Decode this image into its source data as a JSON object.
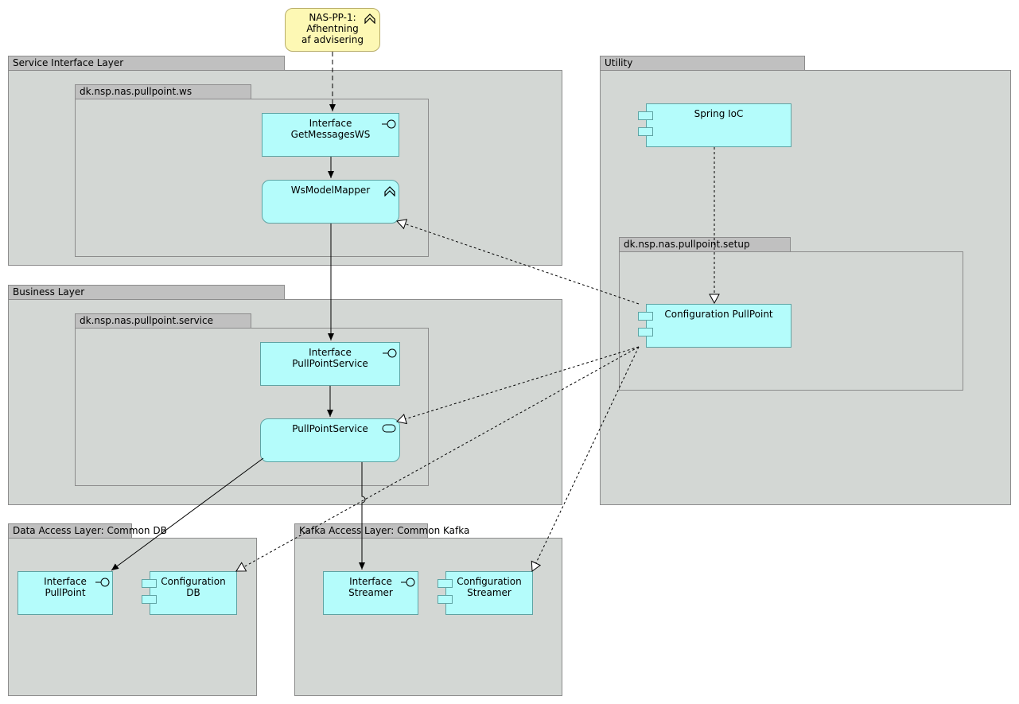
{
  "note": {
    "lines": [
      "NAS-PP-1:",
      "Afhentning",
      "af advisering"
    ]
  },
  "groups": {
    "service_interface": "Service Interface Layer",
    "business": "Business Layer",
    "utility": "Utility",
    "data_access": "Data Access Layer: Common DB",
    "kafka_access": "Kafka Access Layer: Common Kafka"
  },
  "packages": {
    "ws": "dk.nsp.nas.pullpoint.ws",
    "service": "dk.nsp.nas.pullpoint.service",
    "setup": "dk.nsp.nas.pullpoint.setup"
  },
  "nodes": {
    "getmessages": [
      "Interface",
      "GetMessagesWS"
    ],
    "wsmodelmapper": [
      "WsModelMapper"
    ],
    "pullpointservice_iface": [
      "Interface",
      "PullPointService"
    ],
    "pullpointservice": [
      "PullPointService"
    ],
    "spring_ioc": [
      "Spring IoC"
    ],
    "config_pullpoint": [
      "Configuration PullPoint"
    ],
    "iface_pullpoint": [
      "Interface",
      "PullPoint"
    ],
    "config_db": [
      "Configuration",
      "DB"
    ],
    "iface_streamer": [
      "Interface",
      "Streamer"
    ],
    "config_streamer": [
      "Configuration",
      "Streamer"
    ]
  },
  "colors": {
    "node_fill": "#b4fcfb",
    "note_fill": "#fdf8b4",
    "group_fill": "#d3d7d4",
    "tab_fill": "#c0c0c0"
  }
}
